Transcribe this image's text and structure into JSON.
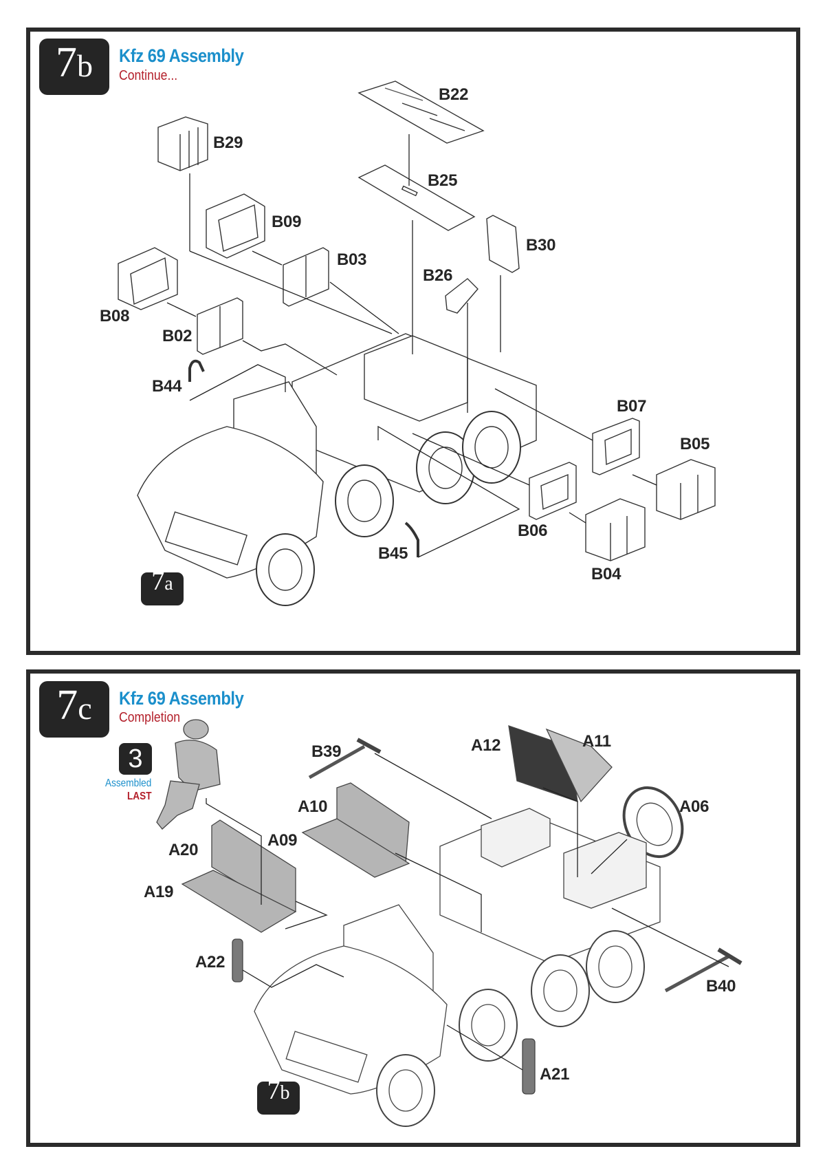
{
  "document": "Kfz 69 assembly instruction sheet",
  "steps": [
    {
      "id": "7b",
      "badge_main": "7",
      "badge_sub": "b",
      "title": "Kfz 69 Assembly",
      "subtitle": "Continue...",
      "reference_badge": {
        "main": "7",
        "sub": "a"
      },
      "parts": [
        "B22",
        "B29",
        "B25",
        "B09",
        "B30",
        "B03",
        "B26",
        "B08",
        "B02",
        "B44",
        "B07",
        "B05",
        "B06",
        "B45",
        "B04"
      ]
    },
    {
      "id": "7c",
      "badge_main": "7",
      "badge_sub": "c",
      "title": "Kfz 69 Assembly",
      "subtitle": "Completion",
      "reference_badge": {
        "main": "7",
        "sub": "b"
      },
      "figure_note": {
        "number": "3",
        "line1": "Assembled",
        "line2": "LAST"
      },
      "parts": [
        "B39",
        "A12",
        "A11",
        "A10",
        "A06",
        "A09",
        "A20",
        "A19",
        "A22",
        "B40",
        "A21"
      ]
    }
  ],
  "colors": {
    "title": "#1b8fcb",
    "subtitle": "#b31f2a",
    "badge": "#252525",
    "border": "#2b2b2b"
  }
}
